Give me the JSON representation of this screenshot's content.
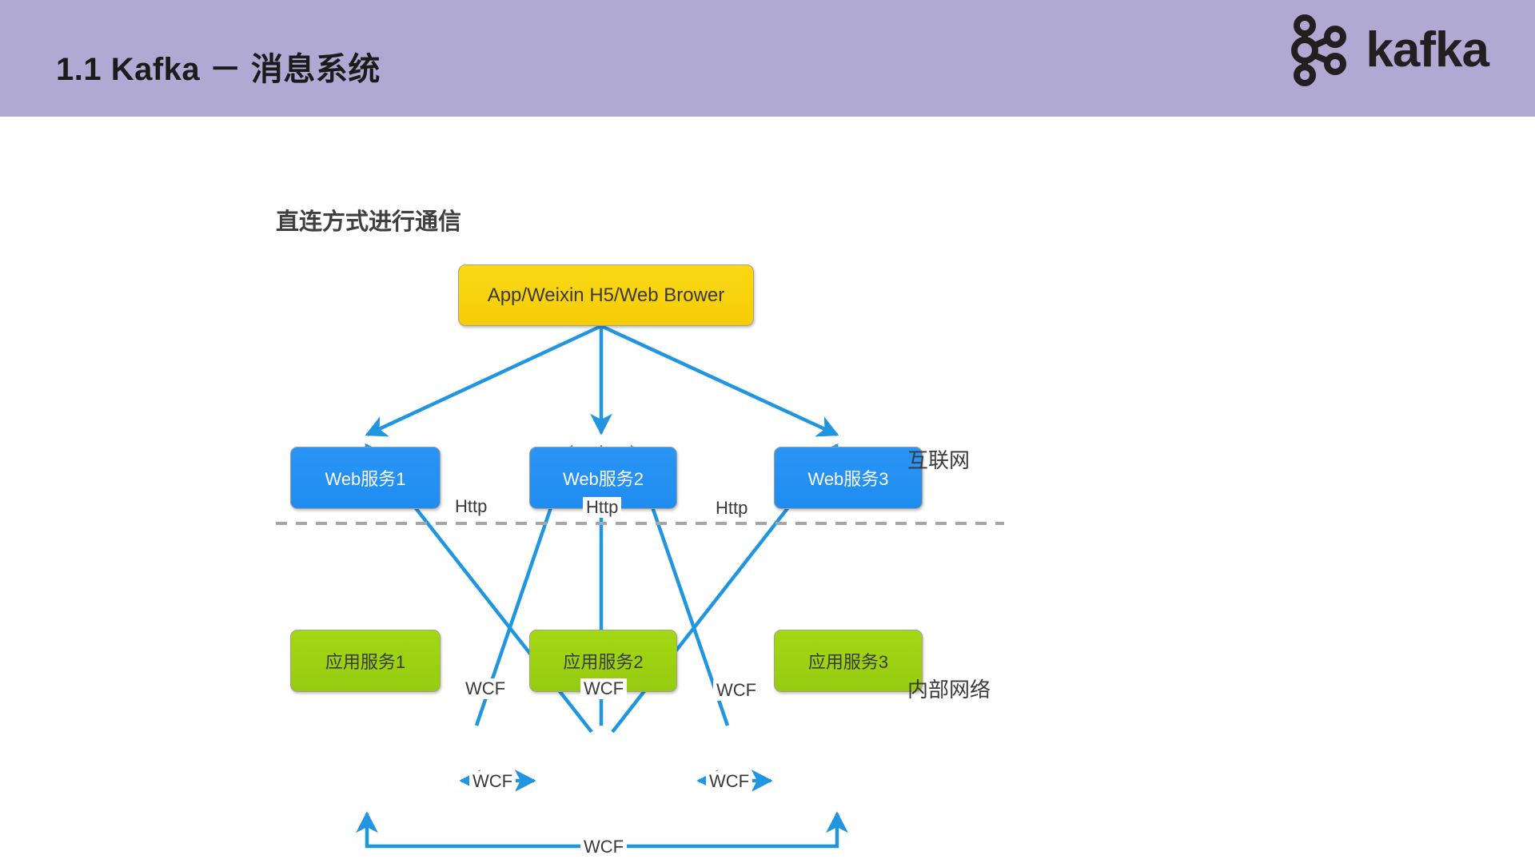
{
  "header": {
    "title": "1.1 Kafka － 消息系统",
    "band_color": "#b0a9d4",
    "logo": {
      "name": "kafka-logo",
      "wordmark": "kafka",
      "color": "#231f20"
    }
  },
  "diagram": {
    "title": "直连方式进行通信",
    "zones": [
      {
        "id": "internet",
        "label": "互联网"
      },
      {
        "id": "internal",
        "label": "内部网络"
      }
    ],
    "divider": {
      "style": "dashed",
      "color": "#a6a6a6"
    },
    "nodes": {
      "client": {
        "label": "App/Weixin H5/Web Brower",
        "color": "#fbd815",
        "kind": "client"
      },
      "web1": {
        "label": "Web服务1",
        "color": "#2a95f5",
        "kind": "web"
      },
      "web2": {
        "label": "Web服务2",
        "color": "#2a95f5",
        "kind": "web"
      },
      "web3": {
        "label": "Web服务3",
        "color": "#2a95f5",
        "kind": "web"
      },
      "app1": {
        "label": "应用服务1",
        "color": "#a3d814",
        "kind": "app"
      },
      "app2": {
        "label": "应用服务2",
        "color": "#a3d814",
        "kind": "app"
      },
      "app3": {
        "label": "应用服务3",
        "color": "#a3d814",
        "kind": "app"
      }
    },
    "edge_labels": {
      "http_left": "Http",
      "http_center": "Http",
      "http_right": "Http",
      "wcf_left": "WCF",
      "wcf_center": "WCF",
      "wcf_right": "WCF",
      "wcf_app_12": "WCF",
      "wcf_app_23": "WCF",
      "wcf_app_13": "WCF"
    },
    "edge_color": "#2196e0"
  }
}
